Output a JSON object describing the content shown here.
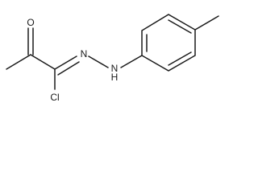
{
  "atoms": {
    "oxygen": "O",
    "nitrogen_1": "N",
    "nitrogen_2": "N",
    "nitrogen_2_hydrogen": "H",
    "chlorine": "Cl"
  },
  "colors": {
    "bond": "#1a1a1a",
    "background": "#ffffff"
  }
}
